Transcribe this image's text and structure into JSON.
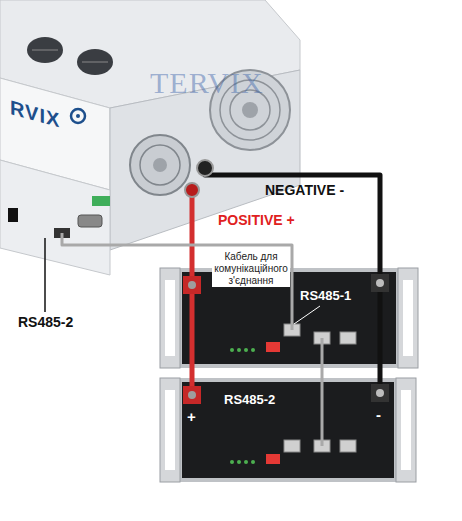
{
  "diagram": {
    "nodes": [
      {
        "text": [
          "RVIX"
        ]
      },
      {
        "text": [
          "RS485-1"
        ]
      },
      {
        "text": [
          "+",
          "-"
        ]
      }
    ],
    "edges": [
      {
        "from": 0,
        "to": 1,
        "arrow": "none",
        "label": "POSITIVE +"
      },
      {
        "from": 0,
        "to": 1,
        "arrow": "none",
        "label": "NEGATIVE -"
      },
      {
        "from": 0,
        "to": 1,
        "arrow": "none",
        "label": "Кабель для комунікаційного з'єднання"
      },
      {
        "from": 1,
        "to": 2,
        "arrow": "none"
      },
      {
        "from": 1,
        "to": 2,
        "arrow": "none"
      },
      {
        "from": 1,
        "to": 2,
        "arrow": "none"
      }
    ],
    "labels": [
      "TERVIX",
      "RS485-2",
      "RS485-2"
    ]
  }
}
